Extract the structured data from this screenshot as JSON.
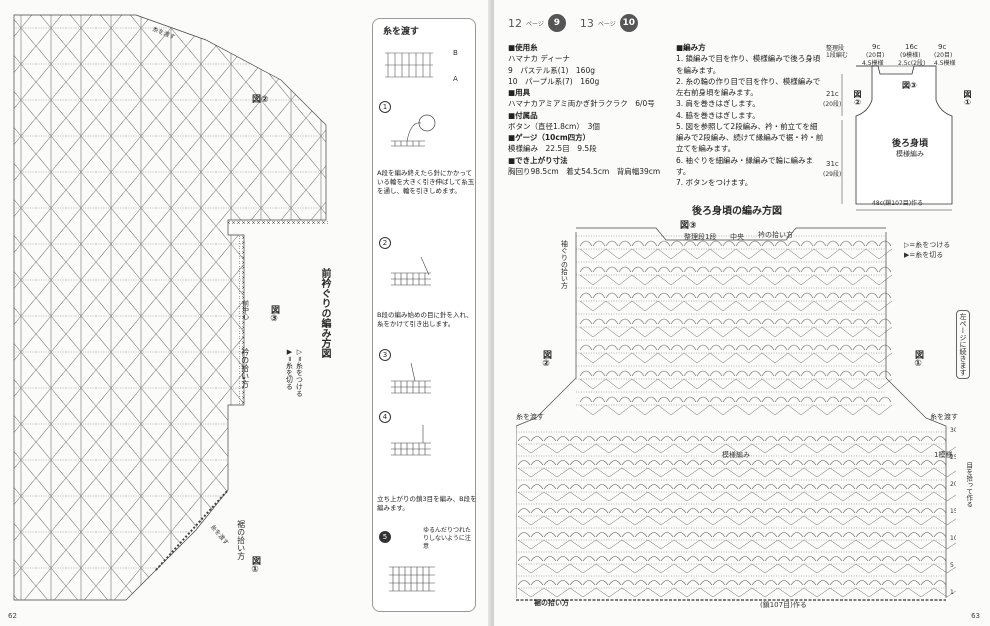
{
  "left_page": {
    "page_number": "62",
    "front_neck_title": "前衿ぐりの編み方図",
    "fig2": "図②",
    "fig3": "図③",
    "fig1": "図①",
    "neck_pickup": "衿の拾い方",
    "hem_pickup": "裾の拾い方",
    "legend_attach": "▷=糸をつける",
    "legend_cut": "▶=糸を切る",
    "side_labels": [
      "前中心",
      "糸を渡す",
      "糸を渡す"
    ],
    "yarn_pass_panel": {
      "title": "糸を渡す",
      "steps": [
        {
          "num": "1",
          "text": "A段を編み終えたら針にかかっている輪を大きく引き伸ばして糸玉を通し、輪を引きしめます。"
        },
        {
          "num": "2",
          "text": "B段の編み始めの目に針を入れ、糸をかけて引き出します。"
        },
        {
          "num": "3",
          "text": ""
        },
        {
          "num": "4",
          "text": "立ち上がりの鎖3目を編み、B段を編みます。"
        },
        {
          "num": "5",
          "text": "ゆるんだりつれたりしないように注意"
        }
      ],
      "marks": [
        "B",
        "A"
      ]
    }
  },
  "right_page": {
    "page_number": "63",
    "header": {
      "ref12": "12",
      "ref12_unit": "ページ",
      "badge9": "9",
      "ref13": "13",
      "ref13_unit": "ページ",
      "badge10": "10"
    },
    "materials": [
      {
        "head": "■使用糸",
        "lines": [
          "ハマナカ ディーナ",
          "9　パステル系(1)　160g",
          "10　パープル系(7)　160g"
        ]
      },
      {
        "head": "■用具",
        "lines": [
          "ハマナカアミアミ両かぎ針ラクラク　6/0号"
        ]
      },
      {
        "head": "■付属品",
        "lines": [
          "ボタン（直径1.8cm）　3個"
        ]
      },
      {
        "head": "■ゲージ（10cm四方）",
        "lines": [
          "模様編み　22.5目　9.5段"
        ]
      },
      {
        "head": "■でき上がり寸法",
        "lines": [
          "胸回り98.5cm　着丈54.5cm　背肩幅39cm"
        ]
      }
    ],
    "method": {
      "head": "■編み方",
      "lines": [
        "1. 鎖編みで目を作り、模様編みで後ろ身頃を編みます。",
        "2. 糸の輪の作り目で目を作り、模様編みで左右前身頃を編みます。",
        "3. 肩を巻きはぎします。",
        "4. 脇を巻きはぎします。",
        "5. 図を参照して2段編み、衿・前立てを細編みで2段編み、続けて縁編みで裾・衿・前立てを編みます。",
        "6. 袖ぐりを細編み・縁編みで輪に編みます。",
        "7. ボタンをつけます。"
      ]
    },
    "schematic": {
      "title": "後ろ身頃",
      "subtitle": "模様編み",
      "fig3": "図③",
      "fig2": "図②",
      "fig1": "図①",
      "top_labels": [
        "9c",
        "16c",
        "9c"
      ],
      "top_sub": [
        "(20目)",
        "(9模様)",
        "(20目)"
      ],
      "top_sub2": [
        "4.5模様",
        "2.5c(2段)",
        "4.5模様"
      ],
      "corner": "整理段\n1段編む",
      "left_top": "21c",
      "left_top_sub": "(20段)",
      "left_bottom": "31c",
      "left_bottom_sub": "(29段)",
      "bottom": "48c(鎖107目)作る"
    },
    "chart": {
      "title": "後ろ身頃の編み方図",
      "fig3": "図③",
      "tidy": "整理段1段",
      "center": "中央",
      "neck_pickup": "衿の拾い方",
      "armhole_pickup": "袖ぐりの拾い方",
      "fig2": "図②",
      "fig1": "図①",
      "yarn_pass_left": "糸を渡す",
      "yarn_pass_right": "糸を渡す",
      "pattern": "模様編み",
      "one_pattern": "1模様",
      "start_row": "目を拾って作る",
      "hem_pickup": "裾の拾い方",
      "bottom_count": "(鎖107目)作る",
      "legend_attach": "▷=糸をつける",
      "legend_cut": "▶=糸を切る",
      "continue_note": "左ページに続きます",
      "row_numbers": [
        "30",
        "25",
        "20",
        "15",
        "10",
        "5",
        "1"
      ]
    }
  },
  "colors": {
    "ink": "#2a2a2a",
    "paper": "#fbfbfa",
    "gutter": "#d4d4d4",
    "badge": "#555555"
  }
}
